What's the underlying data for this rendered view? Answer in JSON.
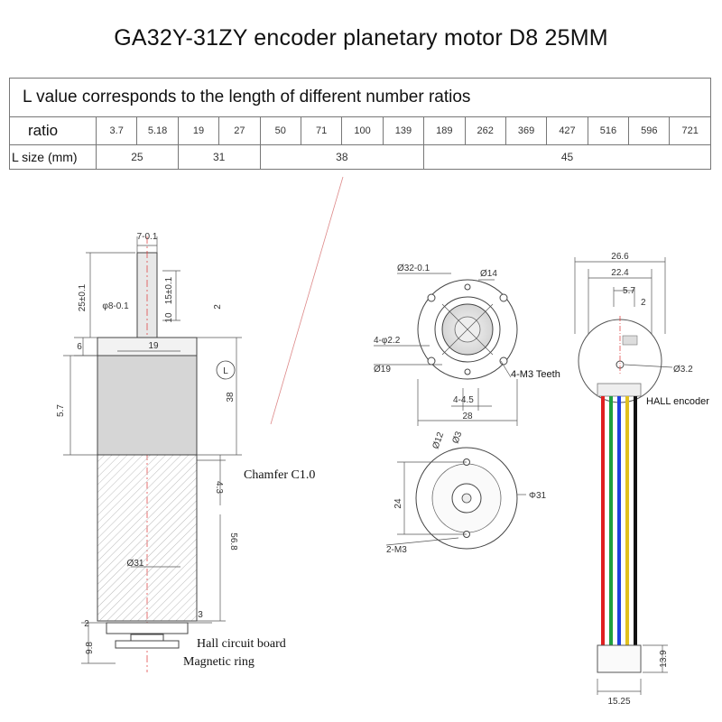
{
  "title": "GA32Y-31ZY encoder planetary motor D8 25MM",
  "table": {
    "caption": "L value corresponds to the length of different number ratios",
    "ratio_label": "ratio",
    "ratios": [
      "3.7",
      "5.18",
      "19",
      "27",
      "50",
      "71",
      "100",
      "139",
      "189",
      "262",
      "369",
      "427",
      "516",
      "596",
      "721"
    ],
    "lsize_label": "L size (mm)",
    "lsizes": [
      {
        "value": "25",
        "span": 2
      },
      {
        "value": "31",
        "span": 2
      },
      {
        "value": "38",
        "span": 4
      },
      {
        "value": "45",
        "span": 7
      }
    ]
  },
  "side_view": {
    "dims": {
      "shaft_width": "7-0.1",
      "shaft_length": "25±0.1",
      "flat_length": "15±0.1",
      "flat_offset": "10",
      "shaft_dia": "φ8-0.1",
      "gap_top": "2",
      "step": "6",
      "hub": "19",
      "gear_len": "38",
      "l_marker": "L",
      "offset": "5.7",
      "chamfer_gap": "4.3",
      "motor_len": "56.8",
      "motor_dia": "Ø31",
      "bottom_left": "2",
      "bottom_right": "3",
      "bottom_total": "9.8"
    },
    "labels": {
      "chamfer": "Chamfer C1.0",
      "hall_board": "Hall circuit board",
      "magnetic_ring": "Magnetic ring"
    }
  },
  "front_view": {
    "dims": {
      "outer": "Ø32-0.1",
      "boss": "Ø14",
      "holes": "4-φ2.2",
      "inner": "Ø19",
      "hole_spacing": "4-4.5",
      "width": "28"
    },
    "labels": {
      "teeth": "4-M3 Teeth"
    }
  },
  "rear_view": {
    "dims": {
      "hole_dia_a": "Ø12",
      "hole_dia_b": "Ø3",
      "spacing": "24",
      "dia": "Φ31",
      "screws": "2-M3"
    }
  },
  "encoder_view": {
    "dims": {
      "overall": "26.6",
      "inner": "22.4",
      "offset": "5.7",
      "small": "2",
      "hole": "Ø3.2",
      "connector_height": "13.9",
      "connector_width": "15.25"
    },
    "labels": {
      "hall": "HALL encoder"
    },
    "wire_colors": [
      "#e02020",
      "#20a040",
      "#2040e0",
      "#e0c020",
      "#111111"
    ]
  }
}
